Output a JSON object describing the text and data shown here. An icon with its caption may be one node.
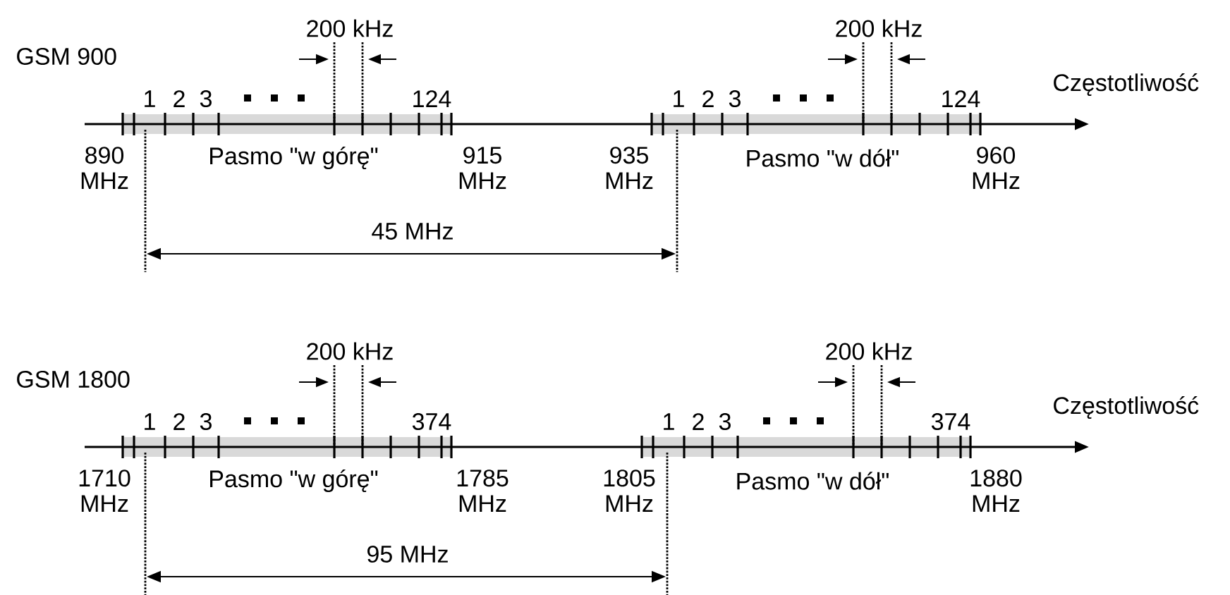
{
  "diagram": {
    "labels": [
      "GSM 900",
      "200 kHz",
      "200 kHz",
      "Częstotliwość",
      "1",
      "2",
      "3",
      "124",
      "1",
      "2",
      "3",
      "124",
      "890 MHz",
      "Pasmo \"w górę\"",
      "915 MHz",
      "935 MHz",
      "Pasmo \"w dół\"",
      "960 MHz",
      "45 MHz",
      "GSM 1800",
      "200 kHz",
      "200 kHz",
      "Częstotliwość",
      "1",
      "2",
      "3",
      "374",
      "1",
      "2",
      "3",
      "374",
      "1710 MHz",
      "Pasmo \"w górę\"",
      "1785 MHz",
      "1805 MHz",
      "Pasmo \"w dół\"",
      "1880 MHz",
      "95 MHz"
    ]
  }
}
